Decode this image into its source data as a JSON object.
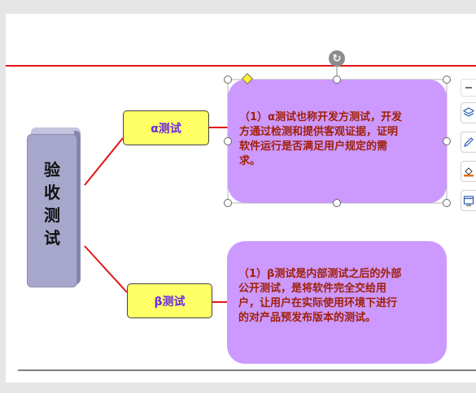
{
  "main": {
    "label_chars": [
      "验",
      "收",
      "测",
      "试"
    ]
  },
  "branches": {
    "alpha": {
      "label": "α测试",
      "description": "（1）α测试也称开发方测试，开发方通过检测和提供客观证据，证明软件运行是否满足用户规定的需求。"
    },
    "beta": {
      "label": "β测试",
      "description": "（1）β测试是内部测试之后的外部公开测试，是将软件完全交给用户，让用户在实际使用环境下进行的对产品预发布版本的测试。"
    }
  },
  "colors": {
    "connector": "#e31515",
    "label_fill": "#ffff66",
    "label_text": "#6a2be0",
    "desc_fill": "#cc99ff",
    "desc_text": "#a02008",
    "main_fill": "#a7a7cb"
  },
  "toolbar": {
    "icons": [
      "minus-icon",
      "layers-icon",
      "pen-icon",
      "fill-icon",
      "window-icon"
    ]
  }
}
